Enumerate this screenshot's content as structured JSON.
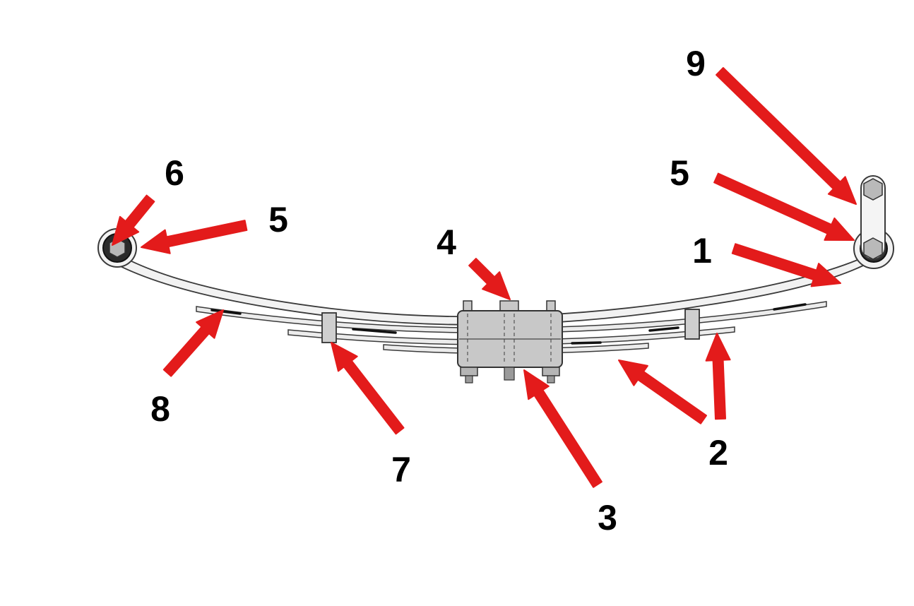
{
  "callouts": {
    "c9": "9",
    "c6": "6",
    "c5_left": "5",
    "c5_right": "5",
    "c1": "1",
    "c4": "4",
    "c8": "8",
    "c7": "7",
    "c3": "3",
    "c2": "2"
  },
  "colors": {
    "arrow": "#e31b1b",
    "spring_fill": "#e9e9e9",
    "spring_stroke": "#3a3a3a",
    "clamp_fill": "#c8c8c8",
    "liner": "#111111"
  }
}
